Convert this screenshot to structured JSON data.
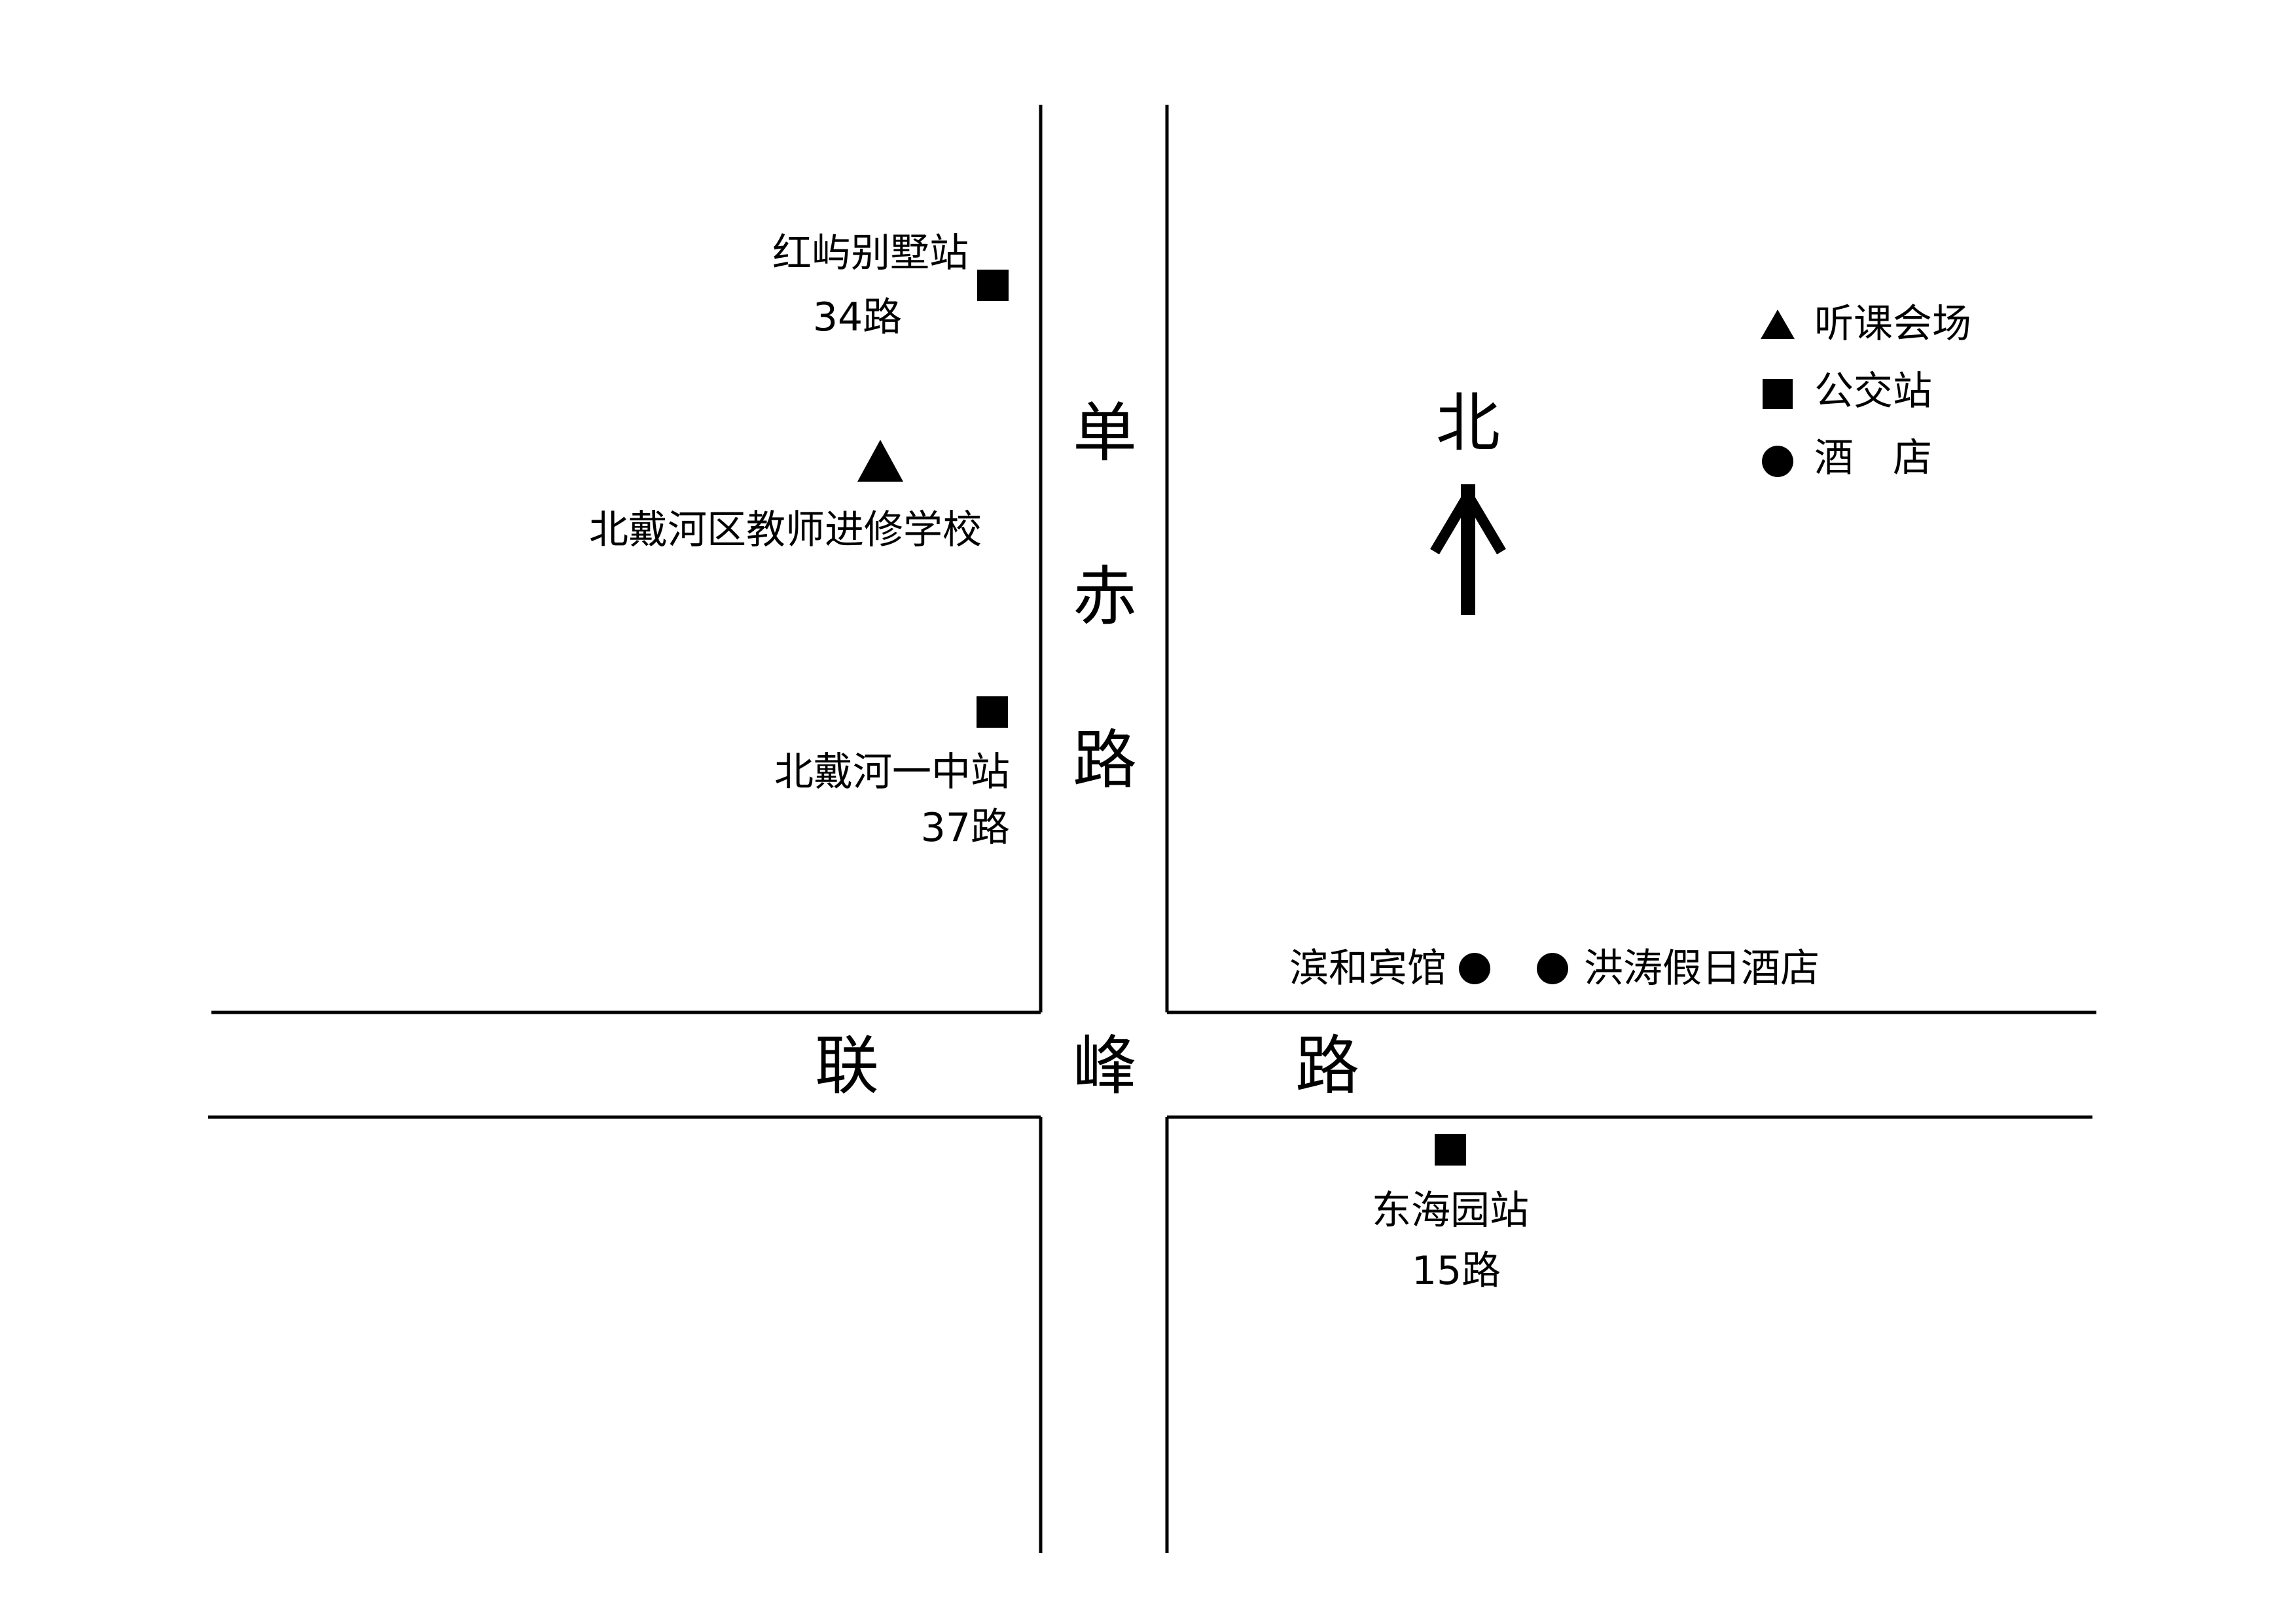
{
  "streets": {
    "vertical_road": [
      "单",
      "赤",
      "路"
    ],
    "horizontal_road": [
      "联",
      "峰",
      "路"
    ]
  },
  "places": {
    "hongyu_station": {
      "name": "红屿别墅站",
      "route": "34路"
    },
    "school": {
      "name": "北戴河区教师进修学校"
    },
    "yizhong_station": {
      "name": "北戴河一中站",
      "route": "37路"
    },
    "binhe_hotel": {
      "name": "滨和宾馆"
    },
    "hongtao_hotel": {
      "name": "洪涛假日酒店"
    },
    "donghaiyuan_station": {
      "name": "东海园站",
      "route": "15路"
    }
  },
  "compass": {
    "label": "北"
  },
  "legend": {
    "items": [
      {
        "symbol": "triangle",
        "label": "听课会场"
      },
      {
        "symbol": "square",
        "label": "公交站"
      },
      {
        "symbol": "circle",
        "label": "酒　店"
      }
    ]
  },
  "colors": {
    "ink": "#000000",
    "background": "#ffffff"
  }
}
